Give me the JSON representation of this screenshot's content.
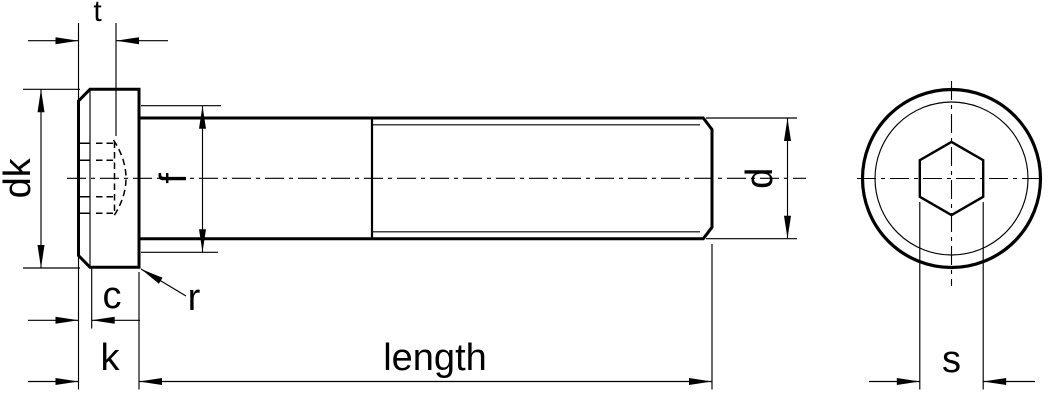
{
  "figure": {
    "type": "technical-drawing",
    "background_color": "#ffffff",
    "line_color": "#000000",
    "side_view": {
      "description": "socket head cap screw, side elevation",
      "labels": {
        "socket_depth": "t",
        "head_diameter": "dk",
        "pilot_diameter": "f",
        "head_chamfer": "c",
        "fillet_radius": "r",
        "head_height": "k",
        "screw_length": "length",
        "thread_diameter": "d"
      }
    },
    "end_view": {
      "description": "screw head end view with hexagon socket",
      "labels": {
        "socket_width_across_flats": "s"
      }
    }
  }
}
